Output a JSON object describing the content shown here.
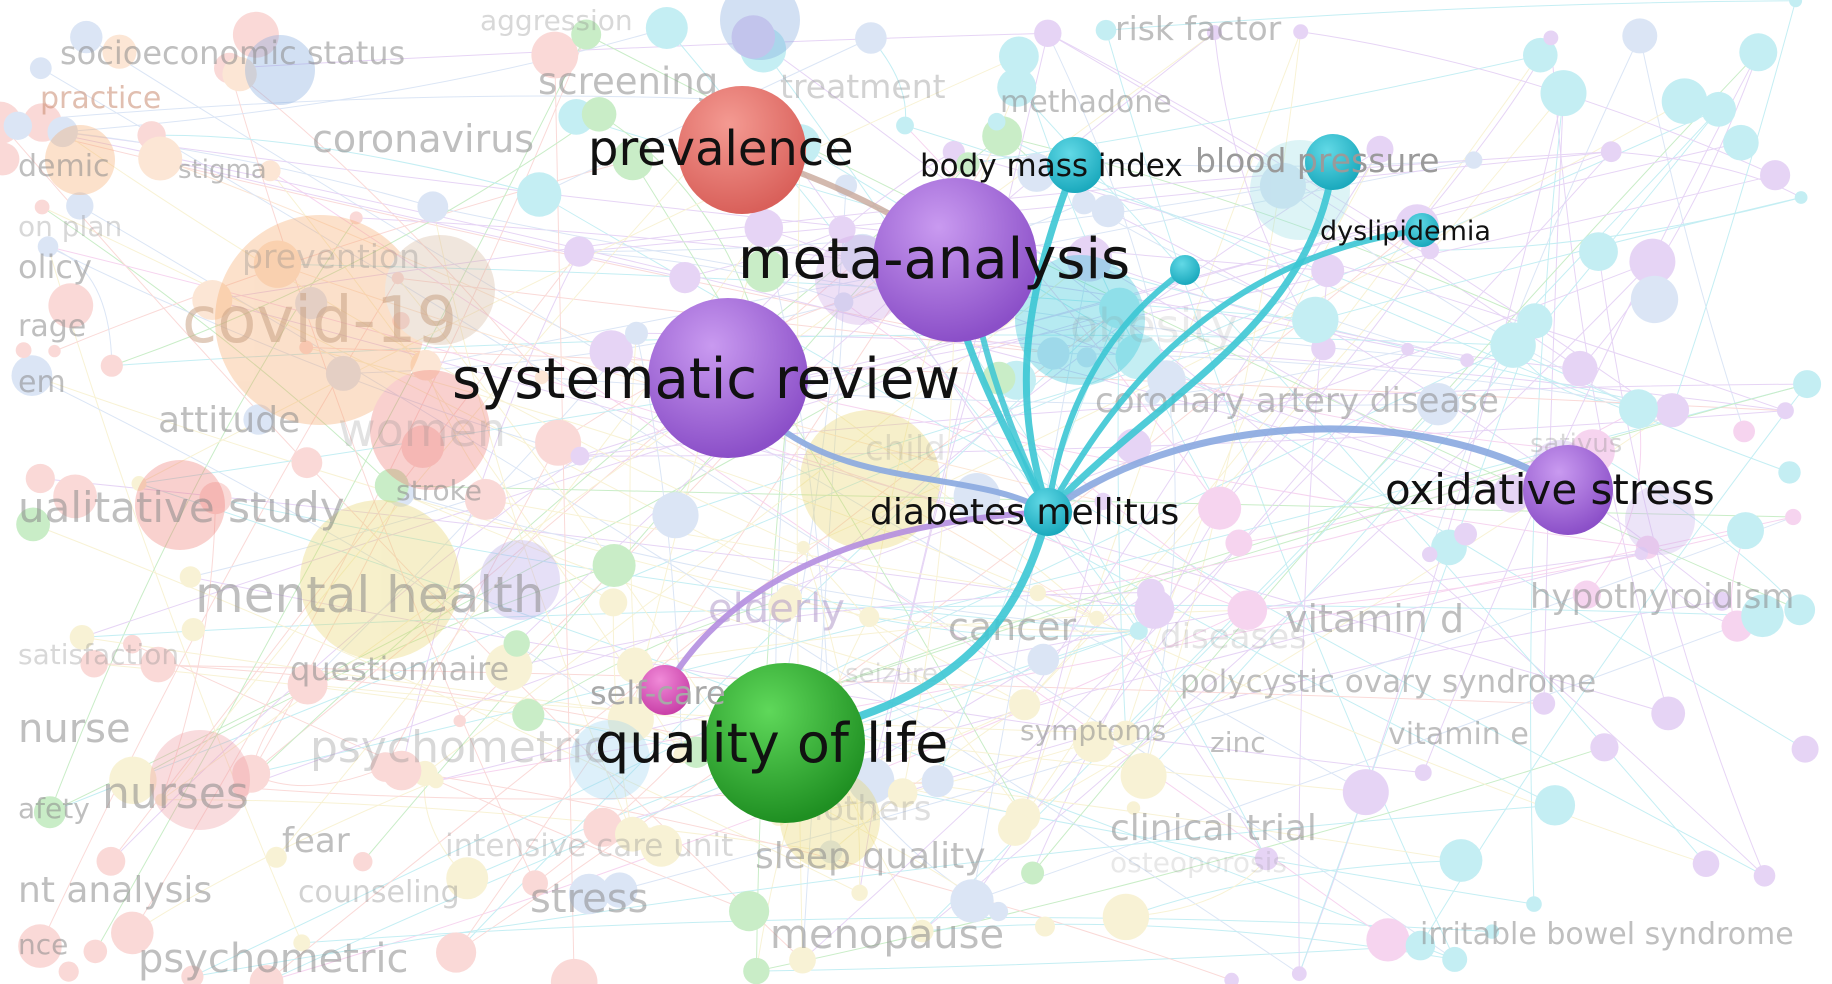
{
  "map": {
    "focus": "diabetes mellitus",
    "colors": {
      "red": "#ee7b74",
      "green": "#3fbf3a",
      "blue": "#7fa6de",
      "yellow": "#e8d36a",
      "purple": "#a868dc",
      "cyan": "#2ec3d6",
      "orange": "#f5a86a",
      "pink": "#e268c8",
      "edge_cyan": "#3cc6d4",
      "edge_blue": "#8aa8e0",
      "edge_purple": "#b48ee0"
    },
    "highlighted_nodes": [
      {
        "label": "prevalence",
        "color": "red"
      },
      {
        "label": "meta-analysis",
        "color": "purple"
      },
      {
        "label": "systematic review",
        "color": "purple"
      },
      {
        "label": "body mass index",
        "color": "cyan"
      },
      {
        "label": "blood pressure",
        "color": "cyan"
      },
      {
        "label": "dyslipidemia",
        "color": "cyan"
      },
      {
        "label": "diabetes mellitus",
        "color": "cyan"
      },
      {
        "label": "oxidative stress",
        "color": "purple"
      },
      {
        "label": "quality of life",
        "color": "green"
      },
      {
        "label": "self-care",
        "color": "pink"
      }
    ],
    "faded_labels": [
      "aggression",
      "risk factor",
      "socioeconomic status",
      "screening",
      "treatment",
      "practice",
      "methadone",
      "coronavirus",
      "demic",
      "stigma",
      "on plan",
      "prevention",
      "olicy",
      "covid-19",
      "rage",
      "em",
      "attitude",
      "women",
      "coronary artery disease",
      "child",
      "stroke",
      "ualitative study",
      "mental health",
      "elderly",
      "cancer",
      "vitamin d",
      "hypothyroidism",
      "questionnaire",
      "seizure",
      "polycystic ovary syndrome",
      "satisfaction",
      "nurse",
      "psychometric",
      "symptoms",
      "zinc",
      "vitamin e",
      "nurses",
      "afety",
      "mothers",
      "fear",
      "intensive care unit",
      "sleep quality",
      "clinical trial",
      "nt analysis",
      "counseling",
      "stress",
      "menopause",
      "irritable bowel syndrome",
      "psychometric",
      "nce",
      "obesity",
      "sativus",
      "osteoporosis",
      "diseases"
    ]
  }
}
